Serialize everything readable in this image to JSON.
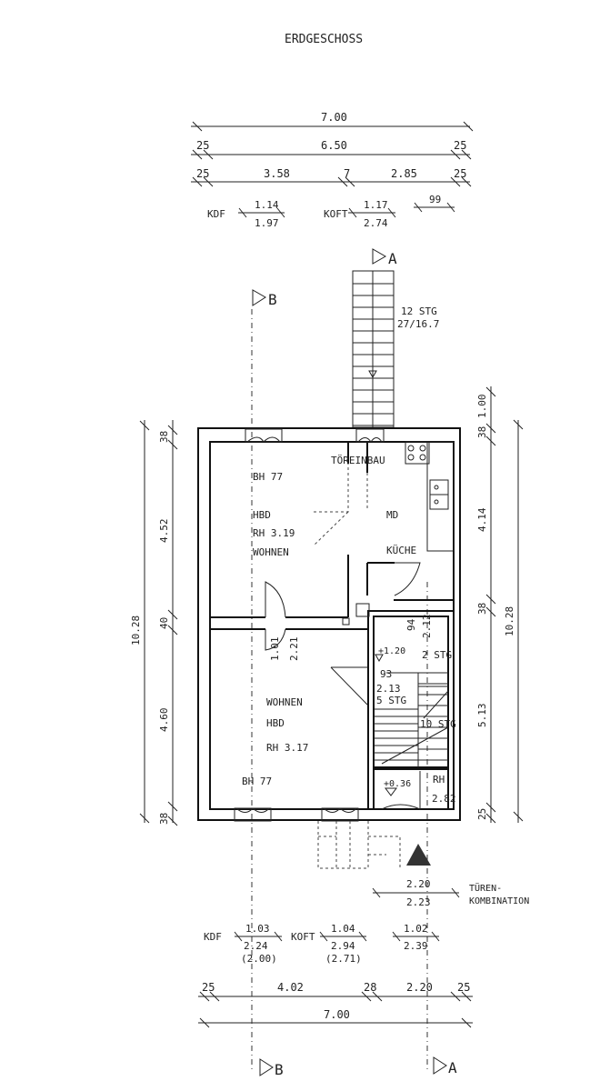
{
  "title": "ERDGESCHOSS",
  "top_dims": {
    "total": "7.00",
    "inner_left": "25",
    "inner": "6.50",
    "inner_right": "25",
    "seg_left": "25",
    "seg_a": "3.58",
    "seg_mid": "7",
    "seg_b": "2.85",
    "seg_right": "25"
  },
  "top_openings": {
    "kdf": "KDF",
    "w1_top": "1.14",
    "w1_bot": "1.97",
    "koft": "KOFT",
    "w2_top": "1.17",
    "w2_bot": "2.74",
    "w3": "99"
  },
  "section_markers": {
    "a": "A",
    "b": "B"
  },
  "stair_top": {
    "steps": "12 STG",
    "ratio": "27/16.7"
  },
  "right_dims": {
    "d1": "1.00",
    "d2": "38",
    "d3": "4.14",
    "d4": "38",
    "d5": "5.13",
    "d6": "25",
    "total": "10.28"
  },
  "left_dims": {
    "d1": "38",
    "d2": "4.52",
    "d3": "40",
    "d4": "4.60",
    "d5": "38",
    "total": "10.28"
  },
  "rooms": {
    "upper_left": {
      "bh": "BH 77",
      "hbd": "HBD",
      "rh": "RH 3.19",
      "name": "WOHNEN"
    },
    "toreinbau": "TÖREINBAU",
    "kitchen": {
      "md": "MD",
      "name": "KÜCHE"
    },
    "door_a": {
      "top": "1.01",
      "bot": "2.21"
    },
    "door_b": {
      "top": "94",
      "bot": "2.12"
    },
    "lower_left": {
      "name": "WOHNEN",
      "hbd": "HBD",
      "rh": "RH 3.17",
      "bh": "BH 77"
    },
    "stairs": {
      "level1": "+1.20",
      "s1": "2 STG",
      "d_top": "93",
      "d_bot": "2.13",
      "s2": "5 STG",
      "s3": "10 STG"
    },
    "small": {
      "level": "+0.36",
      "rh": "RH",
      "rh_val": "2.82"
    }
  },
  "bottom_right": {
    "top": "2.20",
    "bot": "2.23",
    "label1": "TÜREN-",
    "label2": "KOMBINATION"
  },
  "bottom_openings": {
    "kdf": "KDF",
    "w1_top": "1.03",
    "w1_bot": "2.24",
    "w1_extra": "(2.00)",
    "koft": "KOFT",
    "w2_top": "1.04",
    "w2_bot": "2.94",
    "w2_extra": "(2.71)",
    "w3_top": "1.02",
    "w3_bot": "2.39"
  },
  "bottom_dims": {
    "seg_left": "25",
    "seg_a": "4.02",
    "seg_mid": "28",
    "seg_b": "2.20",
    "seg_right": "25",
    "total": "7.00"
  }
}
